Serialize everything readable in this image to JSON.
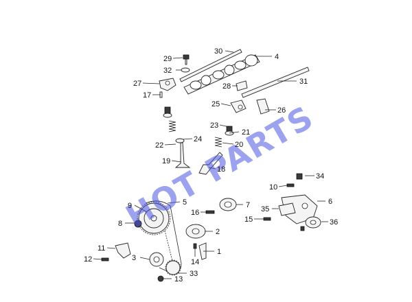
{
  "watermark": "HOT PARTS",
  "callouts": [
    "1",
    "2",
    "3",
    "4",
    "5",
    "6",
    "7",
    "8",
    "9",
    "10",
    "11",
    "12",
    "13",
    "14",
    "15",
    "16",
    "17",
    "18",
    "19",
    "20",
    "21",
    "22",
    "23",
    "24",
    "25",
    "26",
    "27",
    "28",
    "29",
    "30",
    "31",
    "32",
    "33",
    "34",
    "35",
    "36"
  ],
  "colors": {
    "ink": "#222222",
    "watermark": "#4a55e0"
  }
}
